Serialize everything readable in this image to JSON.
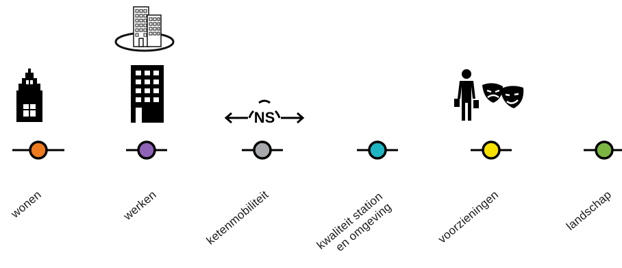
{
  "items": [
    {
      "id": "wonen",
      "label": "wonen",
      "color": "#f07a1e",
      "icon": "canal-house-icon"
    },
    {
      "id": "werken",
      "label": "werken",
      "color": "#8e63b8",
      "icon": "office-building-icon"
    },
    {
      "id": "ketenmobiliteit",
      "label": "ketenmobiliteit",
      "color": "#a7a9ac",
      "icon": "ns-train-logo-icon"
    },
    {
      "id": "kwaliteit",
      "label_line1": "kwaliteit station",
      "label_line2": "en omgeving",
      "color": "#1fb5c3",
      "icon": ""
    },
    {
      "id": "voorzieningen",
      "label": "voorzieningen",
      "color": "#f5e000",
      "icon": "shopper-and-theatre-masks-icon"
    },
    {
      "id": "landschap",
      "label": "landschap",
      "color": "#7db542",
      "icon": ""
    }
  ],
  "ns_logo_text": "NS",
  "extra_icon": "office-park-icon"
}
